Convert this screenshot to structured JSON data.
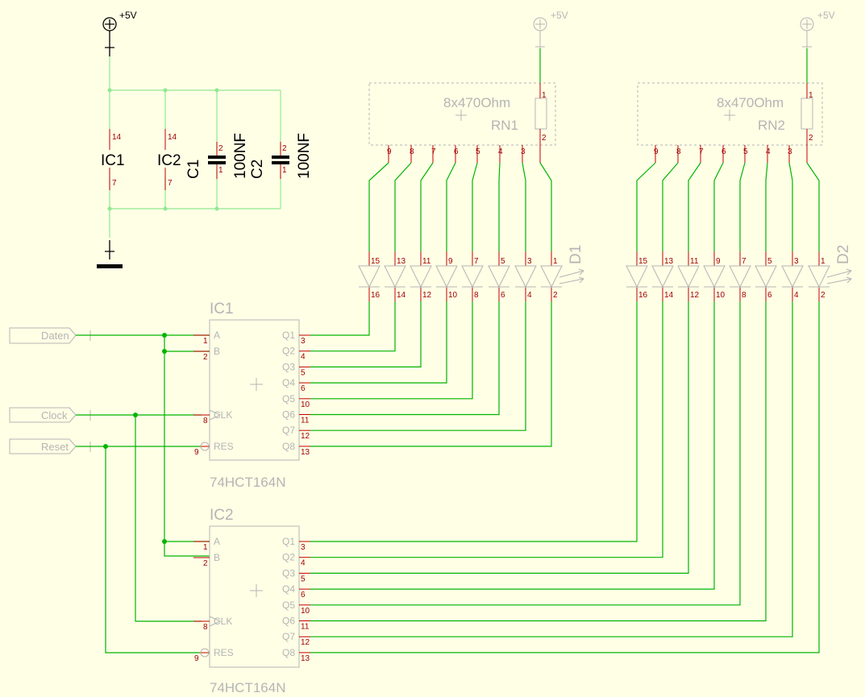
{
  "colors": {
    "background": "#ffffe6",
    "wire": "#00b400",
    "pin": "#c00000",
    "symbol": "#b4b4b4",
    "text_dark": "#000000"
  },
  "supplies": {
    "vcc_label": "+5V"
  },
  "power_block": {
    "ic1_label": "IC1",
    "ic2_label": "IC2",
    "vcc_pin": "14",
    "gnd_pin": "7",
    "cap1_name": "C1",
    "cap1_value": "100NF",
    "cap2_name": "C2",
    "cap2_value": "100NF",
    "cap_pin_top": "2",
    "cap_pin_bottom": "1"
  },
  "inputs": {
    "daten": "Daten",
    "clock": "Clock",
    "reset": "Reset"
  },
  "resistor_networks": [
    {
      "value": "8x470Ohm",
      "name": "RN1",
      "common_pins": [
        "1",
        "2"
      ],
      "pins": [
        "9",
        "8",
        "7",
        "6",
        "5",
        "4",
        "3"
      ]
    },
    {
      "value": "8x470Ohm",
      "name": "RN2",
      "common_pins": [
        "1",
        "2"
      ],
      "pins": [
        "9",
        "8",
        "7",
        "6",
        "5",
        "4",
        "3"
      ]
    }
  ],
  "led_arrays": [
    {
      "name": "D1",
      "anode_pins": [
        "15",
        "13",
        "11",
        "9",
        "7",
        "5",
        "3",
        "1"
      ],
      "cathode_pins": [
        "16",
        "14",
        "12",
        "10",
        "8",
        "6",
        "4",
        "2"
      ]
    },
    {
      "name": "D2",
      "anode_pins": [
        "15",
        "13",
        "11",
        "9",
        "7",
        "5",
        "3",
        "1"
      ],
      "cathode_pins": [
        "16",
        "14",
        "12",
        "10",
        "8",
        "6",
        "4",
        "2"
      ]
    }
  ],
  "shift_registers": [
    {
      "name": "IC1",
      "part": "74HCT164N",
      "left_pins": [
        {
          "name": "A",
          "num": "1"
        },
        {
          "name": "B",
          "num": "2"
        },
        {
          "name": "CLK",
          "num": "8"
        },
        {
          "name": "RES",
          "num": "9"
        }
      ],
      "outputs": [
        {
          "name": "Q1",
          "num": "3"
        },
        {
          "name": "Q2",
          "num": "4"
        },
        {
          "name": "Q3",
          "num": "5"
        },
        {
          "name": "Q4",
          "num": "6"
        },
        {
          "name": "Q5",
          "num": "10"
        },
        {
          "name": "Q6",
          "num": "11"
        },
        {
          "name": "Q7",
          "num": "12"
        },
        {
          "name": "Q8",
          "num": "13"
        }
      ]
    },
    {
      "name": "IC2",
      "part": "74HCT164N",
      "left_pins": [
        {
          "name": "A",
          "num": "1"
        },
        {
          "name": "B",
          "num": "2"
        },
        {
          "name": "CLK",
          "num": "8"
        },
        {
          "name": "RES",
          "num": "9"
        }
      ],
      "outputs": [
        {
          "name": "Q1",
          "num": "3"
        },
        {
          "name": "Q2",
          "num": "4"
        },
        {
          "name": "Q3",
          "num": "5"
        },
        {
          "name": "Q4",
          "num": "6"
        },
        {
          "name": "Q5",
          "num": "10"
        },
        {
          "name": "Q6",
          "num": "11"
        },
        {
          "name": "Q7",
          "num": "12"
        },
        {
          "name": "Q8",
          "num": "13"
        }
      ]
    }
  ]
}
